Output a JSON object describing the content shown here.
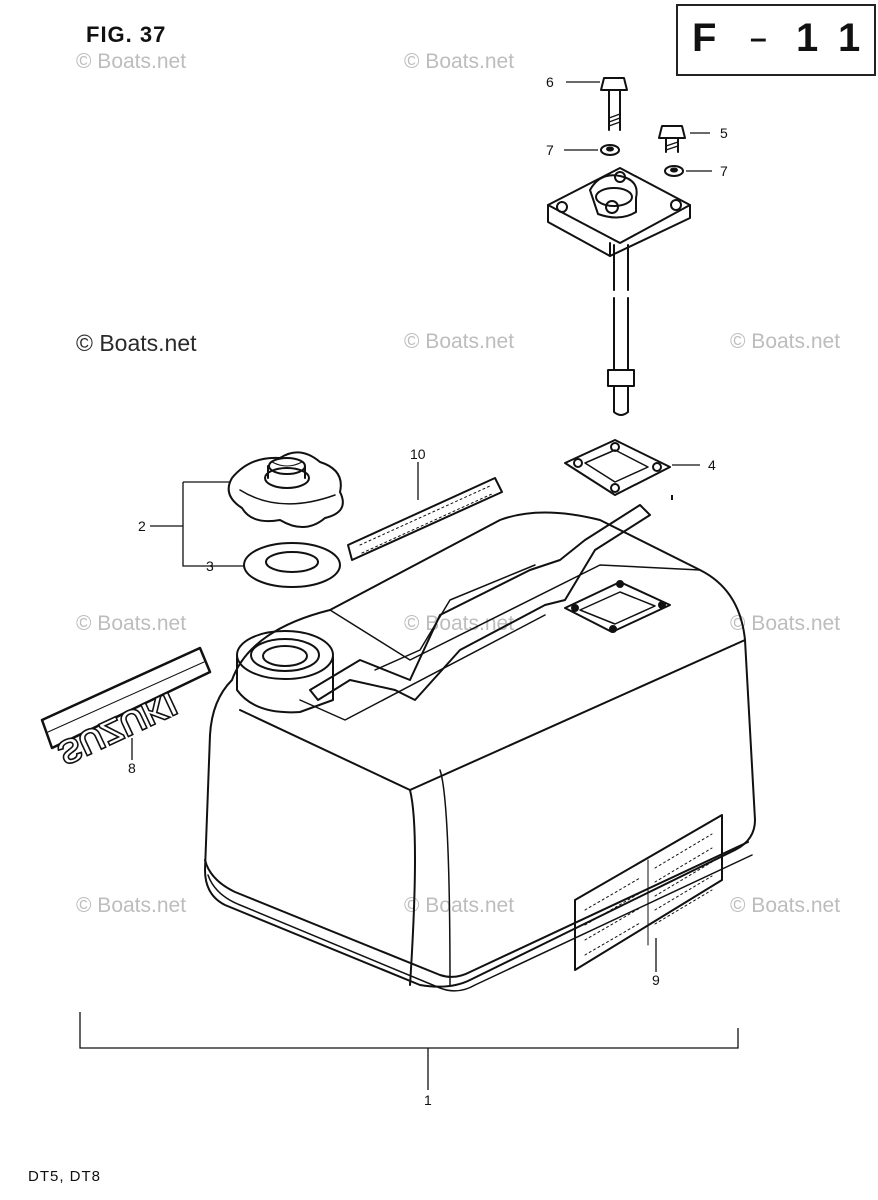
{
  "figure": {
    "title": "FIG. 37",
    "model_label": "DT5, DT8"
  },
  "reference_box": {
    "letter": "F",
    "dash": "–",
    "num1": "1",
    "num2": "1"
  },
  "watermark": {
    "text": "© Boats.net"
  },
  "parts": {
    "p1": "1",
    "p2": "2",
    "p3": "3",
    "p4": "4",
    "p5": "5",
    "p6": "6",
    "p7a": "7",
    "p7b": "7",
    "p8": "8",
    "p9": "9",
    "p10": "10"
  },
  "decal": {
    "brand": "SUZUKI"
  },
  "colors": {
    "line": "#111111",
    "watermark": "#bdbdbd"
  }
}
